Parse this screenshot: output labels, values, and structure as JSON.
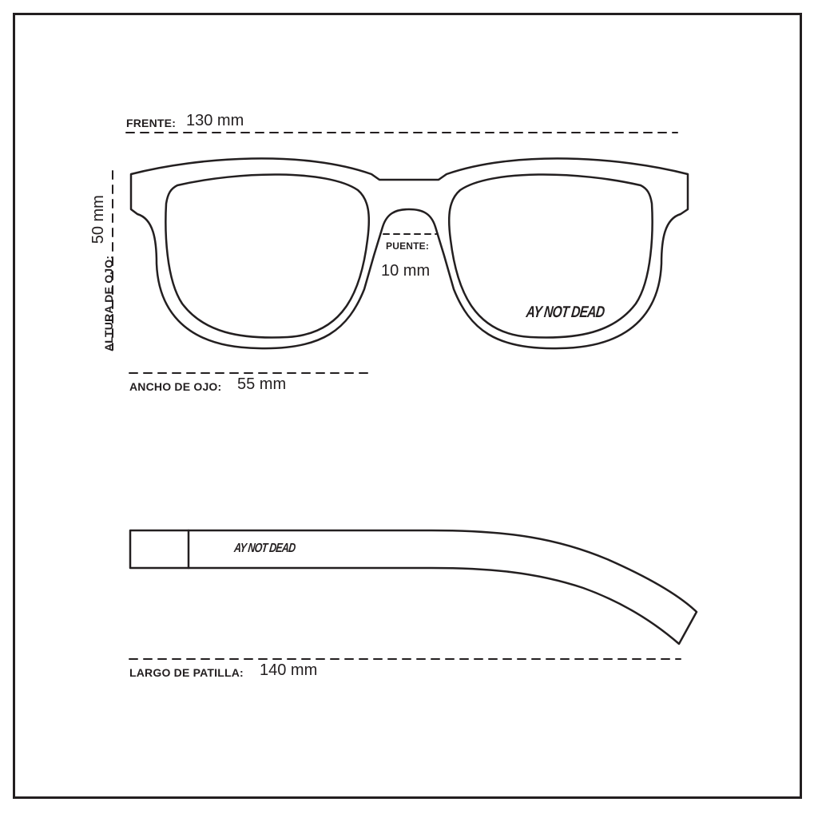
{
  "measurements": {
    "frente": {
      "label": "FRENTE:",
      "value": "130 mm"
    },
    "altura_de_ojo": {
      "label": "ALTURA DE OJO:",
      "value": "50 mm"
    },
    "puente": {
      "label": "PUENTE:",
      "value": "10 mm"
    },
    "ancho_de_ojo": {
      "label": "ANCHO DE OJO:",
      "value": "55 mm"
    },
    "largo_de_patilla": {
      "label": "LARGO DE PATILLA:",
      "value": "140 mm"
    }
  },
  "brand": {
    "front_logo": "AY NOT DEAD",
    "temple_logo": "AY NOT DEAD"
  },
  "colors": {
    "line": "#231f20",
    "background": "#ffffff"
  }
}
